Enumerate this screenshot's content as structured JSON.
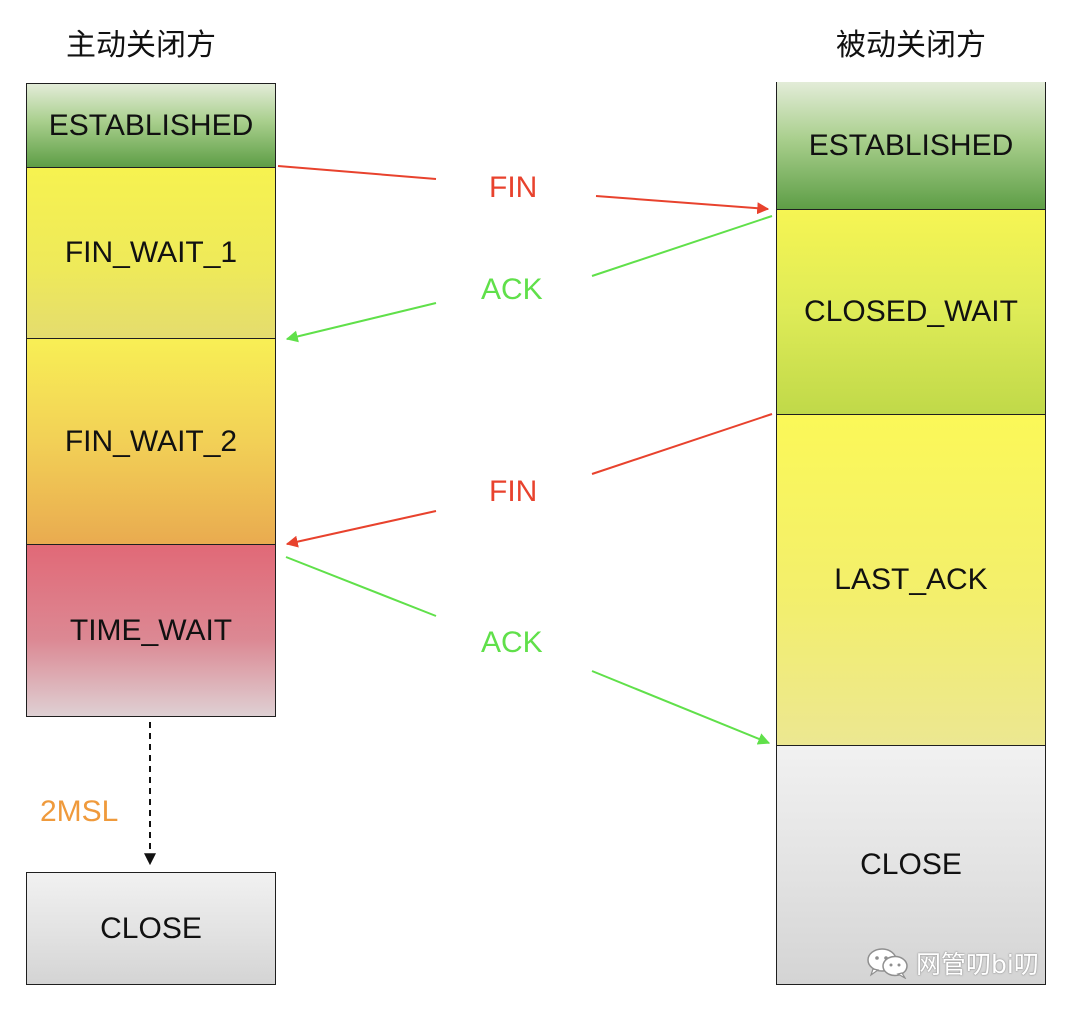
{
  "columns": {
    "active": {
      "title": "主动关闭方",
      "states": [
        "ESTABLISHED",
        "FIN_WAIT_1",
        "FIN_WAIT_2",
        "TIME_WAIT"
      ],
      "final_state": "CLOSE",
      "timer_label": "2MSL"
    },
    "passive": {
      "title": "被动关闭方",
      "states": [
        "ESTABLISHED",
        "CLOSED_WAIT",
        "LAST_ACK",
        "CLOSE"
      ]
    }
  },
  "messages": [
    {
      "label": "FIN",
      "direction": "active-to-passive",
      "color": "#e8422d"
    },
    {
      "label": "ACK",
      "direction": "passive-to-active",
      "color": "#60e04a"
    },
    {
      "label": "FIN",
      "direction": "passive-to-active",
      "color": "#e8422d"
    },
    {
      "label": "ACK",
      "direction": "active-to-passive",
      "color": "#60e04a"
    }
  ],
  "colors": {
    "fin": "#e8422d",
    "ack": "#60e04a",
    "timer": "#ef9a3c",
    "established": "#5e9e46",
    "time_wait": "#e16977",
    "close": "#d4d4d4"
  },
  "watermark": {
    "icon": "wechat-icon",
    "text": "网管叨bi叨"
  }
}
